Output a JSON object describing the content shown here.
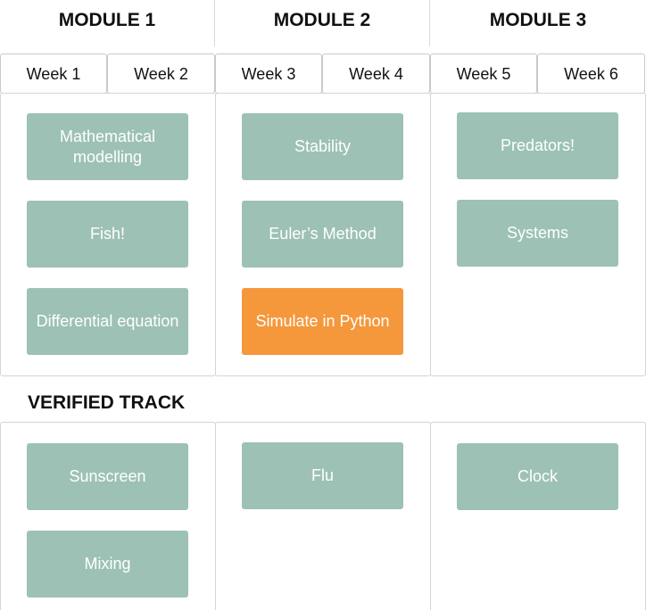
{
  "modules": [
    {
      "title": "MODULE 1",
      "weeks": [
        "Week 1",
        "Week 2"
      ],
      "topics": [
        "Mathematical modelling",
        "Fish!",
        "Differential equation"
      ]
    },
    {
      "title": "MODULE 2",
      "weeks": [
        "Week 3",
        "Week 4"
      ],
      "topics": [
        "Stability",
        "Euler’s Method",
        "Simulate in Python"
      ]
    },
    {
      "title": "MODULE 3",
      "weeks": [
        "Week 5",
        "Week 6"
      ],
      "topics": [
        "Predators!",
        "Systems"
      ]
    }
  ],
  "verified_track": {
    "title": "VERIFIED TRACK",
    "columns": [
      [
        "Sunscreen",
        "Mixing"
      ],
      [
        "Flu"
      ],
      [
        "Clock"
      ]
    ]
  },
  "colors": {
    "tile": "#9dc1b5",
    "highlight": "#f5973b"
  }
}
